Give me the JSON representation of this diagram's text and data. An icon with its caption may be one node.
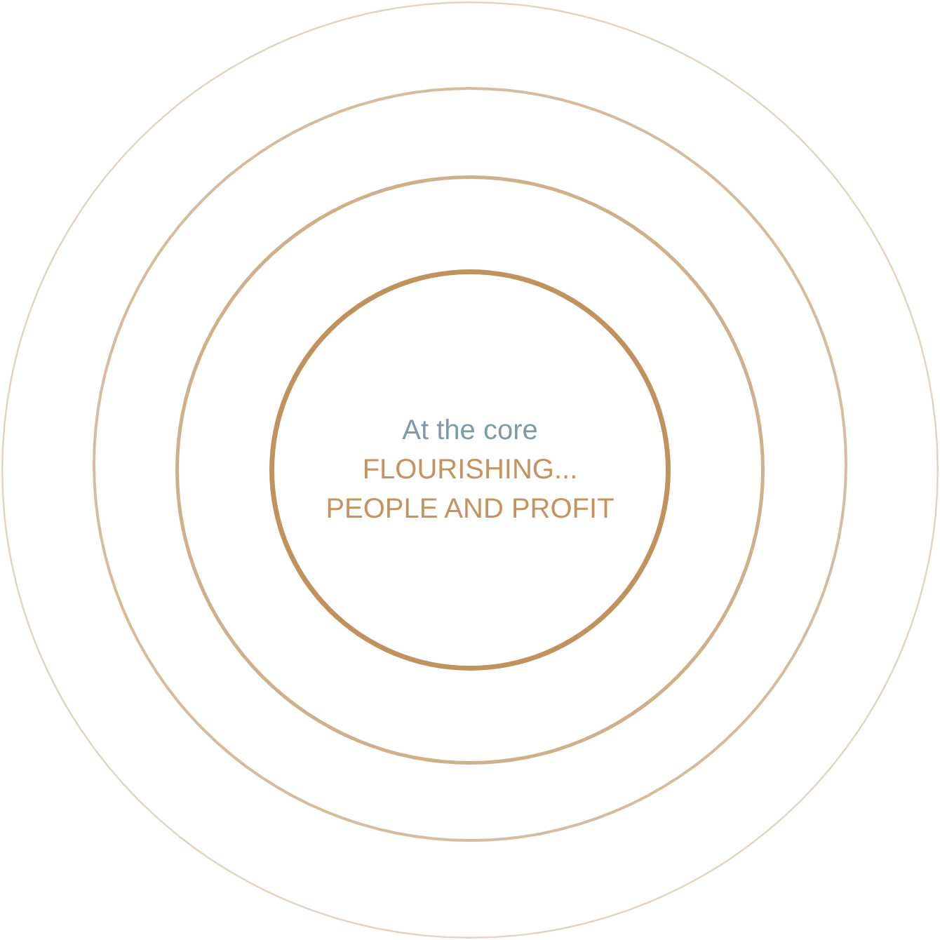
{
  "diagram": {
    "nodes": [
      {
        "text": [],
        "shape": "circle"
      },
      {
        "text": [],
        "shape": "circle",
        "in": 0
      },
      {
        "text": [],
        "shape": "circle",
        "in": 1
      },
      {
        "text": [
          "At the core",
          "FLOURISHING... PEOPLE AND PROFIT"
        ],
        "in": 2
      }
    ]
  }
}
